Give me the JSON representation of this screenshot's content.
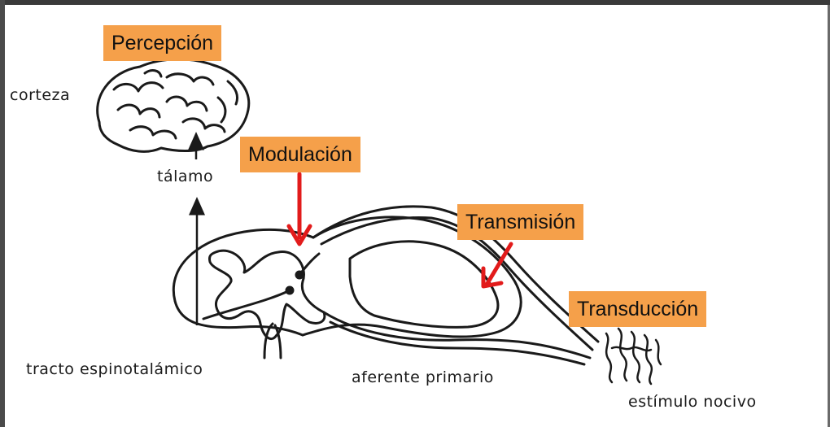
{
  "stages": {
    "perception": "Percepción",
    "modulation": "Modulación",
    "transmission": "Transmisión",
    "transduction": "Transducción"
  },
  "labels": {
    "cortex": "corteza",
    "thalamus": "tálamo",
    "spinothalamic_tract": "tracto espinotalámico",
    "primary_afferent": "aferente primario",
    "noxious_stimulus": "estímulo nocivo"
  },
  "colors": {
    "tag_background": "#f5a04a",
    "arrow": "#e21b1b",
    "ink": "#1a1a1a"
  }
}
